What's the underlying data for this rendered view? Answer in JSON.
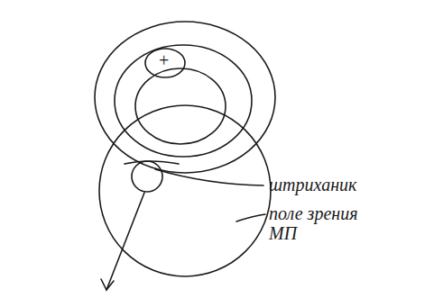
{
  "diagram": {
    "labels": [
      "+",
      "штриханик",
      "поле зрения МП"
    ]
  }
}
